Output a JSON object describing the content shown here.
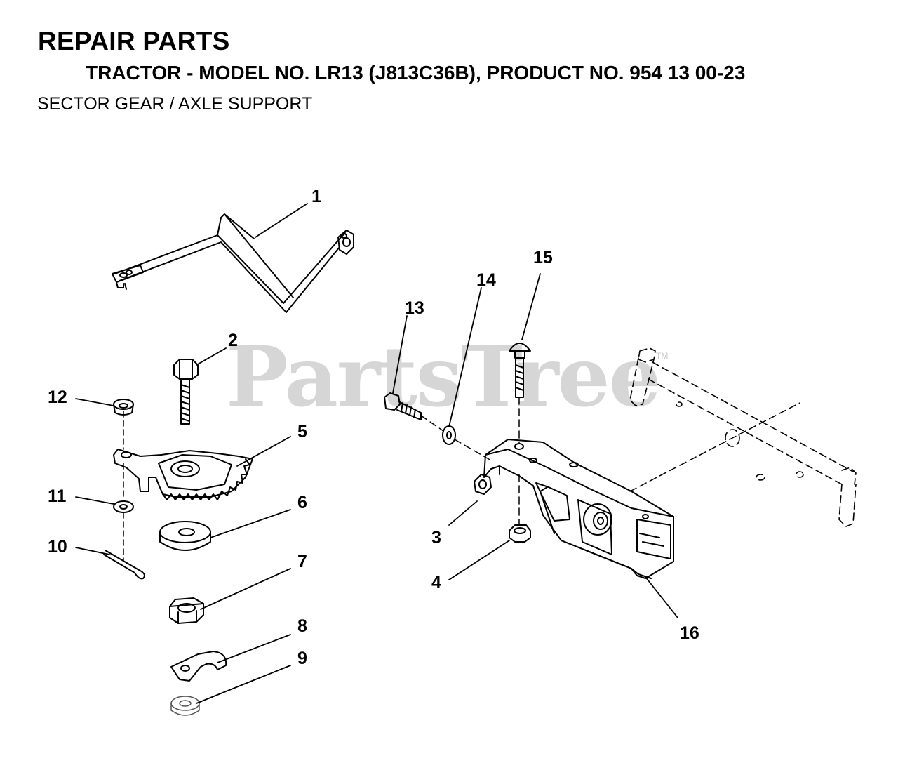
{
  "header": {
    "title": "REPAIR PARTS",
    "subtitle": "TRACTOR - MODEL NO. LR13 (J813C36B), PRODUCT NO. 954 13 00-23",
    "section": "SECTOR GEAR / AXLE SUPPORT"
  },
  "watermark": {
    "text": "PartsTree",
    "mark": "TM"
  },
  "callouts": [
    "1",
    "2",
    "3",
    "4",
    "5",
    "6",
    "7",
    "8",
    "9",
    "10",
    "11",
    "12",
    "13",
    "14",
    "15",
    "16"
  ]
}
